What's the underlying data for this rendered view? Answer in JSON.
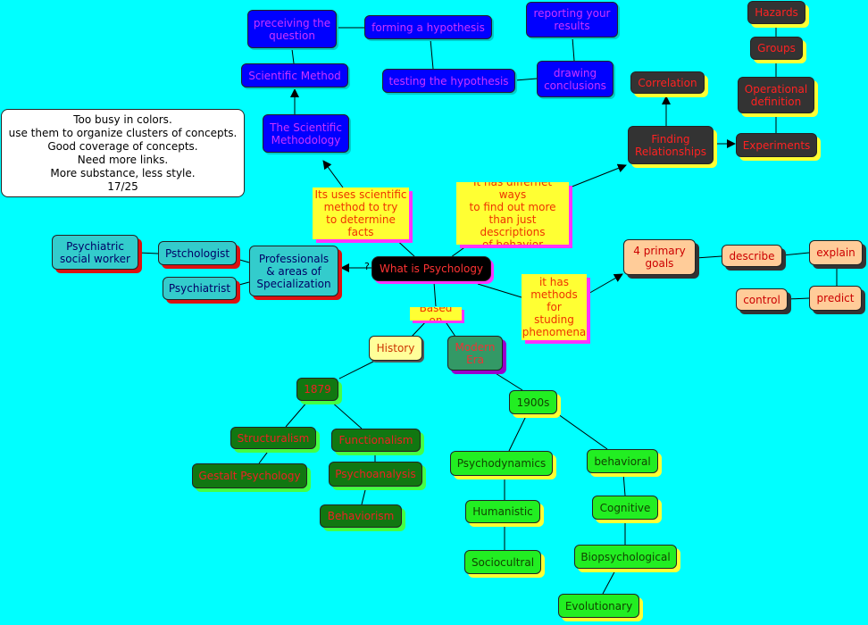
{
  "comment": "Too busy in colors.\nuse them to organize clusters of concepts.\nGood coverage of concepts.\nNeed more links.\nMore substance, less style.\n17/25",
  "nodes": {
    "root": "What is Psychology",
    "sci_methodology": "The Scientific\nMethodology",
    "sci_method": "Scientific Method",
    "perceiving": "preceiving the\nquestion",
    "forming": "forming a hypothesis",
    "testing": "testing the hypothesis",
    "drawing": "drawing\nconclusions",
    "reporting": "reporting your\nresults",
    "finding": "Finding\nRelationships",
    "correlation": "Correlation",
    "experiments": "Experiments",
    "operational": "Operational\ndefinition",
    "groups": "Groups",
    "hazards": "Hazards",
    "goals": "4 primary\ngoals",
    "describe": "describe",
    "explain": "explain",
    "predict": "predict",
    "control": "control",
    "professionals": "Professionals\n& areas of\nSpecialization",
    "pstchologist": "Pstchologist",
    "psychiatrist": "Psychiatrist",
    "social_worker": "Psychiatric\nsocial worker",
    "history": "History",
    "y1879": "1879",
    "structuralism": "Structuralism",
    "functionalism": "Functionalism",
    "gestalt": "Gestalt Psychology",
    "psychoanalysis": "Psychoanalysis",
    "behaviorism": "Behaviorism",
    "modern_era": "Modern\nEra",
    "y1900s": "1900s",
    "psychodynamics": "Psychodynamics",
    "humanistic": "Humanistic",
    "sociocultural": "Sociocultral",
    "behavioral": "behavioral",
    "cognitive": "Cognitive",
    "biopsychological": "Biopsychological",
    "evolutionary": "Evolutionary"
  },
  "link_labels": {
    "uses": "Its uses scientific\nmethod to try\nto determine\nfacts",
    "ways": "It has differnet ways\nto find out more\nthan just\ndescriptions\nof behavior",
    "methods": "it has\nmethods\nfor\nstuding\nphenomena",
    "based_on": "Based on",
    "question_mark": "?"
  }
}
